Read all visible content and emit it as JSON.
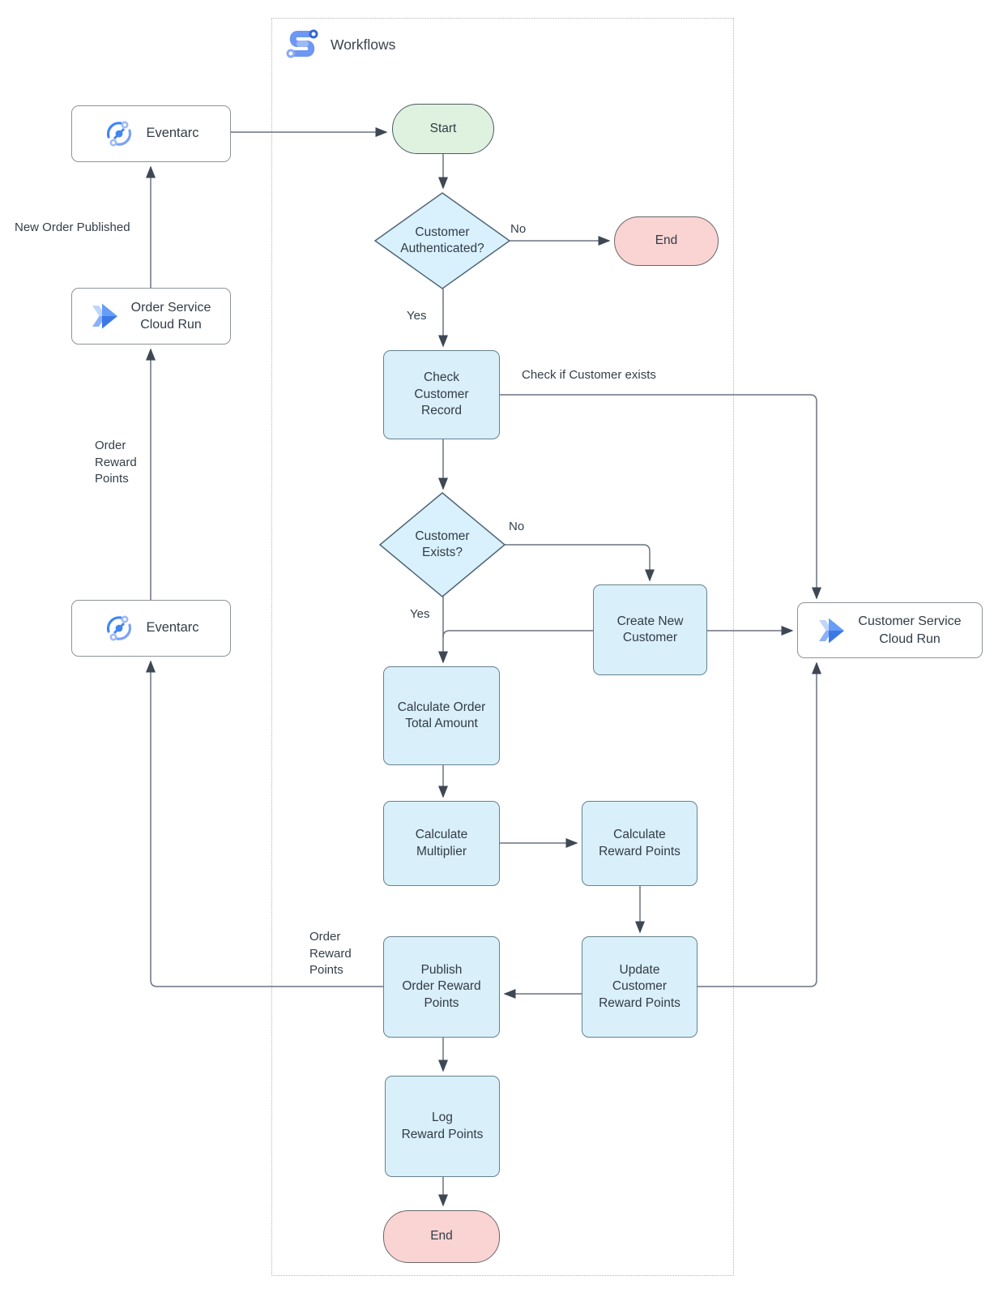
{
  "header": {
    "title": "Workflows"
  },
  "external": {
    "eventarc_top": {
      "label": "Eventarc"
    },
    "order_service": {
      "label": "Order Service\nCloud Run"
    },
    "eventarc_bottom": {
      "label": "Eventarc"
    },
    "customer_service": {
      "label": "Customer Service\nCloud Run"
    }
  },
  "nodes": {
    "start": {
      "label": "Start"
    },
    "customer_authenticated": {
      "label": "Customer\nAuthenticated?"
    },
    "end_top": {
      "label": "End"
    },
    "check_customer_record": {
      "label": "Check\nCustomer\nRecord"
    },
    "customer_exists": {
      "label": "Customer\nExists?"
    },
    "create_new_customer": {
      "label": "Create New\nCustomer"
    },
    "calculate_order_total": {
      "label": "Calculate Order\nTotal Amount"
    },
    "calculate_multiplier": {
      "label": "Calculate\nMultiplier"
    },
    "calculate_reward_points": {
      "label": "Calculate\nReward Points"
    },
    "publish_order_reward_points": {
      "label": "Publish\nOrder Reward\nPoints"
    },
    "update_customer_reward_points": {
      "label": "Update\nCustomer\nReward Points"
    },
    "log_reward_points": {
      "label": "Log\nReward Points"
    },
    "end_bottom": {
      "label": "End"
    }
  },
  "edge_labels": {
    "auth_no": "No",
    "auth_yes": "Yes",
    "check_if_customer_exists": "Check if Customer exists",
    "exists_no": "No",
    "exists_yes": "Yes",
    "new_order_published": "New Order Published",
    "order_reward_points_left": "Order\nReward\nPoints",
    "order_reward_points_publish": "Order\nReward\nPoints"
  },
  "colors": {
    "process_fill": "#d9effa",
    "decision_fill": "#d9f1fc",
    "start_fill": "#def2df",
    "end_fill": "#f9d4d3",
    "shape_border": "#66828f",
    "connector": "#6b7280",
    "arrowhead": "#3e4854",
    "icon_blue": "#4285f4",
    "icon_light_blue": "#aecbfa",
    "text": "#323c46"
  }
}
